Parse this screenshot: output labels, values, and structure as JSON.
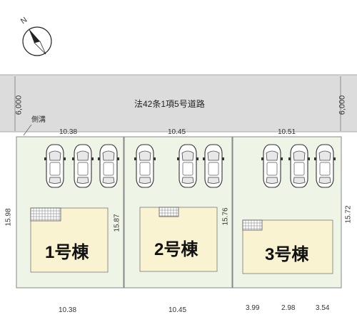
{
  "compass": {
    "north_letter": "N"
  },
  "road": {
    "label": "法42条1項5号道路",
    "width_left": "6,000",
    "width_right": "6,000",
    "ditch_label": "側溝"
  },
  "lots": [
    {
      "house": "1号棟",
      "front": "10.38",
      "back": "10.38",
      "depth_left": "15.98",
      "depth_right": "15.87",
      "parking_spaces": 3
    },
    {
      "house": "2号棟",
      "front": "10.45",
      "back": "10.45",
      "depth_right": "15.76",
      "parking_spaces": 3
    },
    {
      "house": "3号棟",
      "front": "10.51",
      "back_segments": [
        "3.99",
        "2.98",
        "3.54"
      ],
      "depth_right": "15.72",
      "parking_spaces": 3
    }
  ],
  "colors": {
    "lot_fill": "#eef5e6",
    "house_fill": "#faf3d2",
    "road_fill": "#dddddd",
    "line": "#888888"
  },
  "icons": [
    "compass-icon",
    "car-icon",
    "balcony-grid-icon"
  ]
}
